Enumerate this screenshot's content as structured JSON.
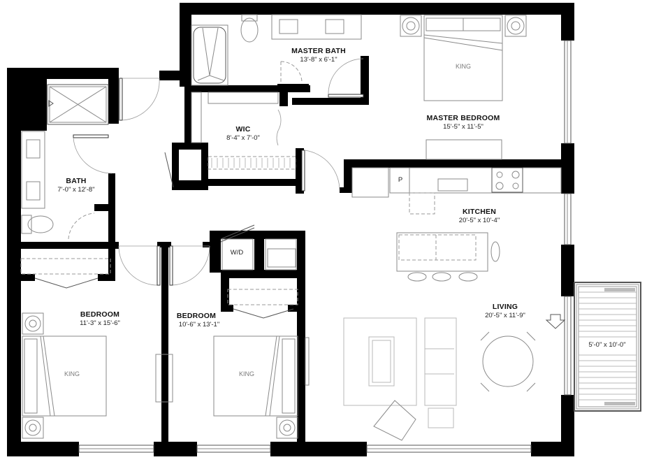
{
  "rooms": {
    "master_bath": {
      "name": "MASTER BATH",
      "dims": "13'-8\" x 6'-1\""
    },
    "master_bedroom": {
      "name": "MASTER BEDROOM",
      "dims": "15'-5\" x 11'-5\""
    },
    "wic": {
      "name": "WIC",
      "dims": "8'-4\" x 7'-0\""
    },
    "bath": {
      "name": "BATH",
      "dims": "7'-0\" x 12'-8\""
    },
    "kitchen": {
      "name": "KITCHEN",
      "dims": "20'-5\" x 10'-4\""
    },
    "living": {
      "name": "LIVING",
      "dims": "20'-5\" x 11'-9\""
    },
    "bedroom_1": {
      "name": "BEDROOM",
      "dims": "11'-3\" x 15'-6\""
    },
    "bedroom_2": {
      "name": "BEDROOM",
      "dims": "10'-6\" x 13'-1\""
    },
    "balcony": {
      "dims": "5'-0\" x 10'-0\""
    }
  },
  "fixtures": {
    "master_bed_label": "KING",
    "bedroom_1_bed_label": "KING",
    "bedroom_2_bed_label": "KING",
    "laundry_label": "W/D",
    "pantry_label": "P"
  },
  "icons": {
    "entry": "down-arrow-entry-icon"
  },
  "colors": {
    "wall": "#000000",
    "fixture": "#8a8a8a",
    "background": "#ffffff"
  }
}
